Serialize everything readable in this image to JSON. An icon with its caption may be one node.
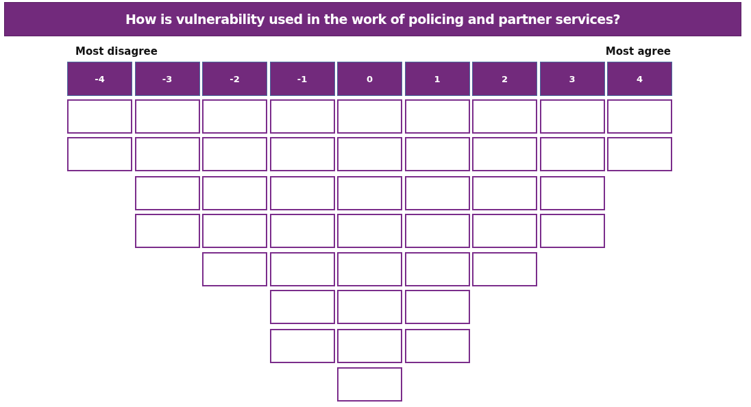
{
  "diagram": {
    "title": "How is vulnerability used in the work of policing and partner services?",
    "labels": [
      "Most disagree",
      "Most agree"
    ],
    "nodes": [
      {
        "text": [
          "-4"
        ]
      },
      {
        "text": [
          "-3"
        ]
      },
      {
        "text": [
          "-2"
        ]
      },
      {
        "text": [
          "-1"
        ]
      },
      {
        "text": [
          "0"
        ]
      },
      {
        "text": [
          "1"
        ]
      },
      {
        "text": [
          "2"
        ]
      },
      {
        "text": [
          "3"
        ]
      },
      {
        "text": [
          "4"
        ]
      },
      {
        "text": [],
        "shape": "box"
      },
      {
        "text": [],
        "shape": "box"
      },
      {
        "text": [],
        "shape": "box"
      },
      {
        "text": [],
        "shape": "box"
      },
      {
        "text": [],
        "shape": "box"
      },
      {
        "text": [],
        "shape": "box"
      },
      {
        "text": [],
        "shape": "box"
      },
      {
        "text": [],
        "shape": "box"
      },
      {
        "text": [],
        "shape": "box"
      },
      {
        "text": [],
        "shape": "box"
      },
      {
        "text": [],
        "shape": "box"
      },
      {
        "text": [],
        "shape": "box"
      },
      {
        "text": [],
        "shape": "box"
      },
      {
        "text": [],
        "shape": "box"
      },
      {
        "text": [],
        "shape": "box"
      },
      {
        "text": [],
        "shape": "box"
      },
      {
        "text": [],
        "shape": "box"
      },
      {
        "text": [],
        "shape": "box"
      },
      {
        "text": [],
        "shape": "box"
      },
      {
        "text": [],
        "shape": "box"
      },
      {
        "text": [],
        "shape": "box"
      },
      {
        "text": [],
        "shape": "box"
      },
      {
        "text": [],
        "shape": "box"
      },
      {
        "text": [],
        "shape": "box"
      },
      {
        "text": [],
        "shape": "box"
      },
      {
        "text": [],
        "shape": "box"
      },
      {
        "text": [],
        "shape": "box"
      },
      {
        "text": [],
        "shape": "box"
      },
      {
        "text": [],
        "shape": "box"
      },
      {
        "text": [],
        "shape": "box"
      },
      {
        "text": [],
        "shape": "box"
      },
      {
        "text": [],
        "shape": "box"
      },
      {
        "text": [],
        "shape": "box"
      },
      {
        "text": [],
        "shape": "box"
      },
      {
        "text": [],
        "shape": "box"
      },
      {
        "text": [],
        "shape": "box"
      },
      {
        "text": [],
        "shape": "box"
      },
      {
        "text": [],
        "shape": "box"
      },
      {
        "text": [],
        "shape": "box"
      },
      {
        "text": [],
        "shape": "box"
      },
      {
        "text": [],
        "shape": "box"
      },
      {
        "text": [],
        "shape": "box"
      },
      {
        "text": [],
        "shape": "box"
      },
      {
        "text": [],
        "shape": "box"
      }
    ],
    "edges": []
  }
}
